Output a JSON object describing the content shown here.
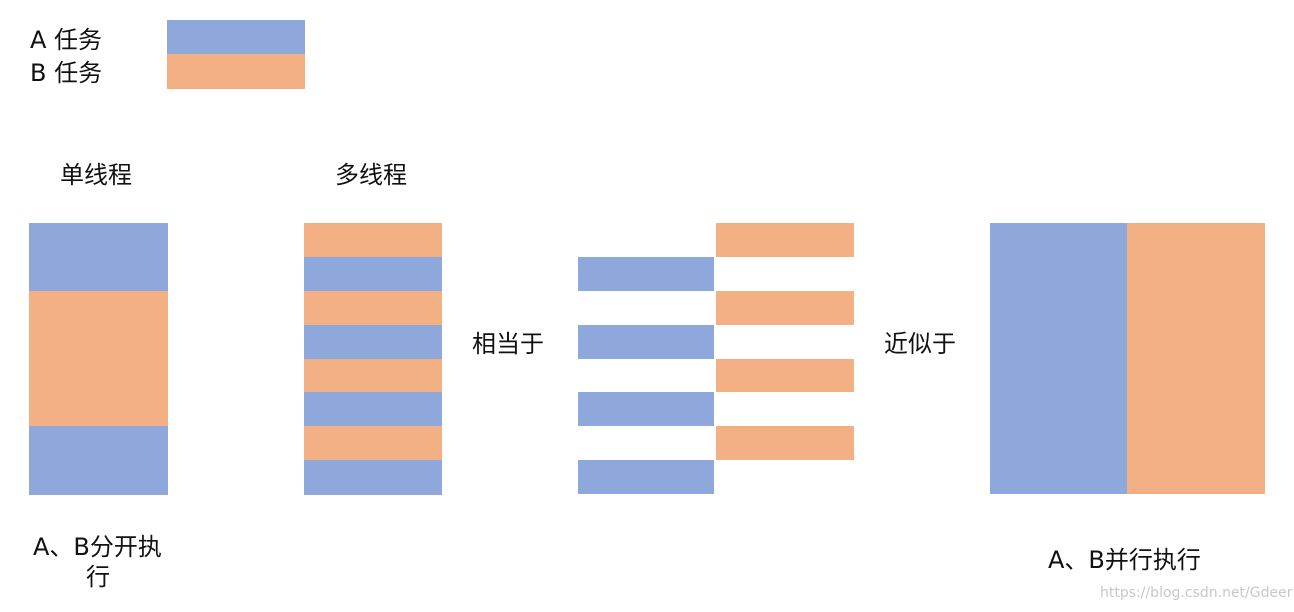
{
  "legend": {
    "a_label": "A 任务",
    "b_label": "B 任务",
    "a_color": "#8FA8DB",
    "b_color": "#F2B084"
  },
  "single": {
    "title": "单线程",
    "caption_line1": "A、B分开执",
    "caption_line2": "行",
    "blocks": [
      "A",
      "B",
      "B",
      "A"
    ]
  },
  "multi": {
    "title": "多线程",
    "blocks": [
      "B",
      "A",
      "B",
      "A",
      "B",
      "A",
      "B",
      "A"
    ]
  },
  "equivalent": {
    "label": "相当于",
    "rows": [
      "B",
      "A",
      "B",
      "A",
      "B",
      "A",
      "B",
      "A"
    ]
  },
  "approx": {
    "label": "近似于",
    "caption": "A、B并行执行"
  },
  "watermark": "https://blog.csdn.net/Gdeer"
}
